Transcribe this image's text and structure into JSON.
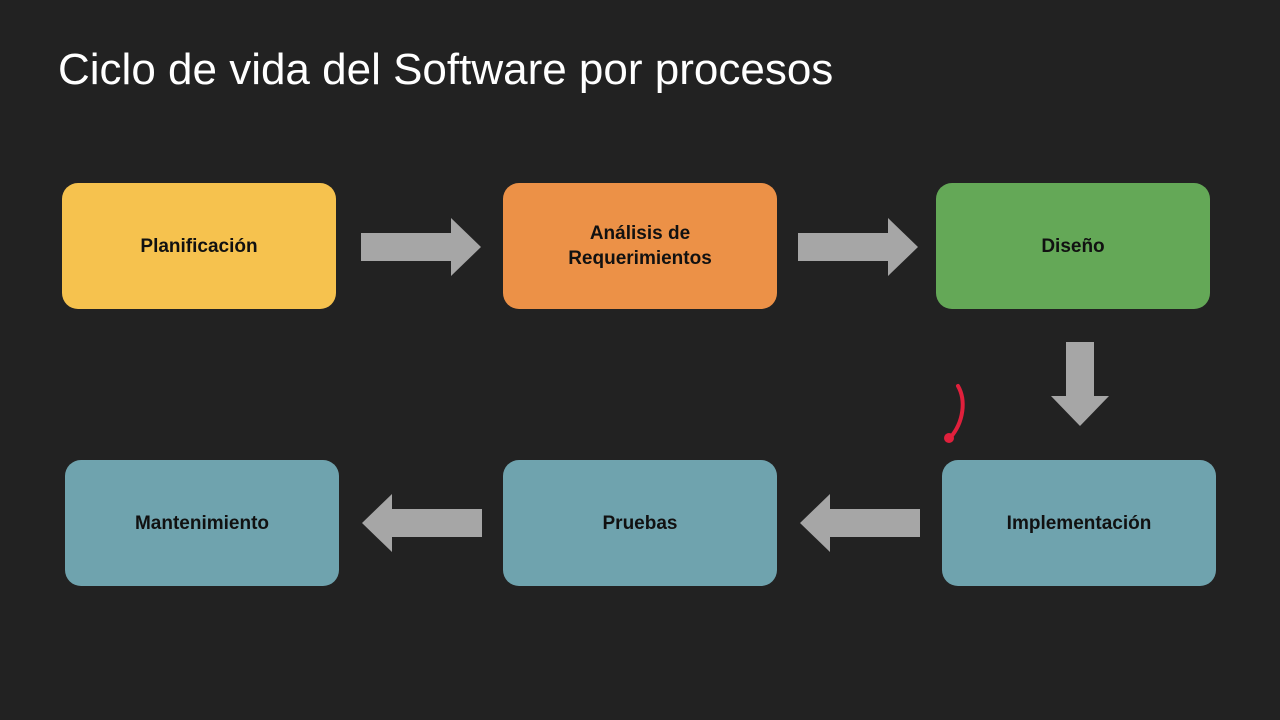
{
  "title": "Ciclo de vida del Software por procesos",
  "colors": {
    "background": "#222222",
    "title": "#ffffff",
    "arrow": "#a6a6a6",
    "planning": "#f6c24e",
    "analysis": "#ec9147",
    "design": "#64a857",
    "process": "#6fa3ae",
    "pointer": "#e0203c"
  },
  "stages": [
    {
      "label": "Planificación"
    },
    {
      "label": "Análisis de\nRequerimientos"
    },
    {
      "label": "Diseño"
    },
    {
      "label": "Implementación"
    },
    {
      "label": "Pruebas"
    },
    {
      "label": "Mantenimiento"
    }
  ],
  "flow": [
    {
      "from": "Planificación",
      "to": "Análisis de Requerimientos",
      "direction": "right"
    },
    {
      "from": "Análisis de Requerimientos",
      "to": "Diseño",
      "direction": "right"
    },
    {
      "from": "Diseño",
      "to": "Implementación",
      "direction": "down"
    },
    {
      "from": "Implementación",
      "to": "Pruebas",
      "direction": "left"
    },
    {
      "from": "Pruebas",
      "to": "Mantenimiento",
      "direction": "left"
    }
  ]
}
